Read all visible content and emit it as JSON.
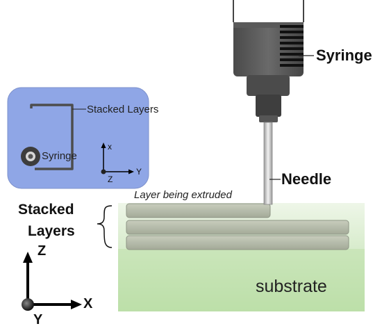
{
  "labels": {
    "syringe": "Syringe",
    "needle": "Needle",
    "layer_being_extruded": "Layer being extruded",
    "stacked_layers_line1": "Stacked",
    "stacked_layers_line2": "Layers",
    "substrate": "substrate",
    "axis_z": "Z",
    "axis_x": "X",
    "axis_y": "Y"
  },
  "inset": {
    "stacked_layers": "Stacked Layers",
    "syringe": "Syringe",
    "axis_x": "x",
    "axis_y": "Y",
    "axis_z": "Z",
    "background_color": "#8fa6e6"
  },
  "colors": {
    "syringe_body": "#555555",
    "syringe_dark": "#3a3a3a",
    "layer_fill": "#b0b6a6",
    "substrate_top": "#dff0d2",
    "substrate_bottom": "#b5dca0"
  }
}
